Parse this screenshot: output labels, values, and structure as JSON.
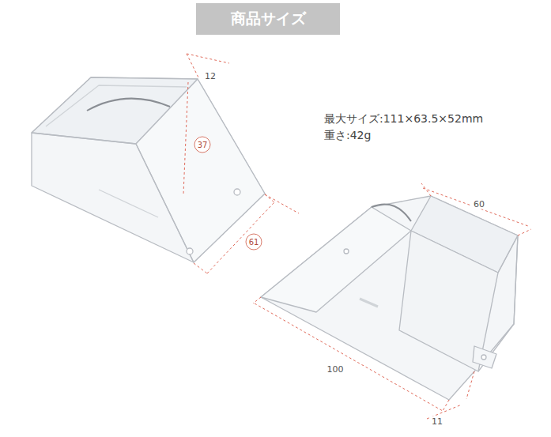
{
  "diagram": {
    "title": "商品サイズ",
    "labels": [
      "12",
      "37",
      "61",
      "60",
      "100",
      "11",
      "最大サイズ:111×63.5×52mm",
      "重さ:42g"
    ]
  }
}
